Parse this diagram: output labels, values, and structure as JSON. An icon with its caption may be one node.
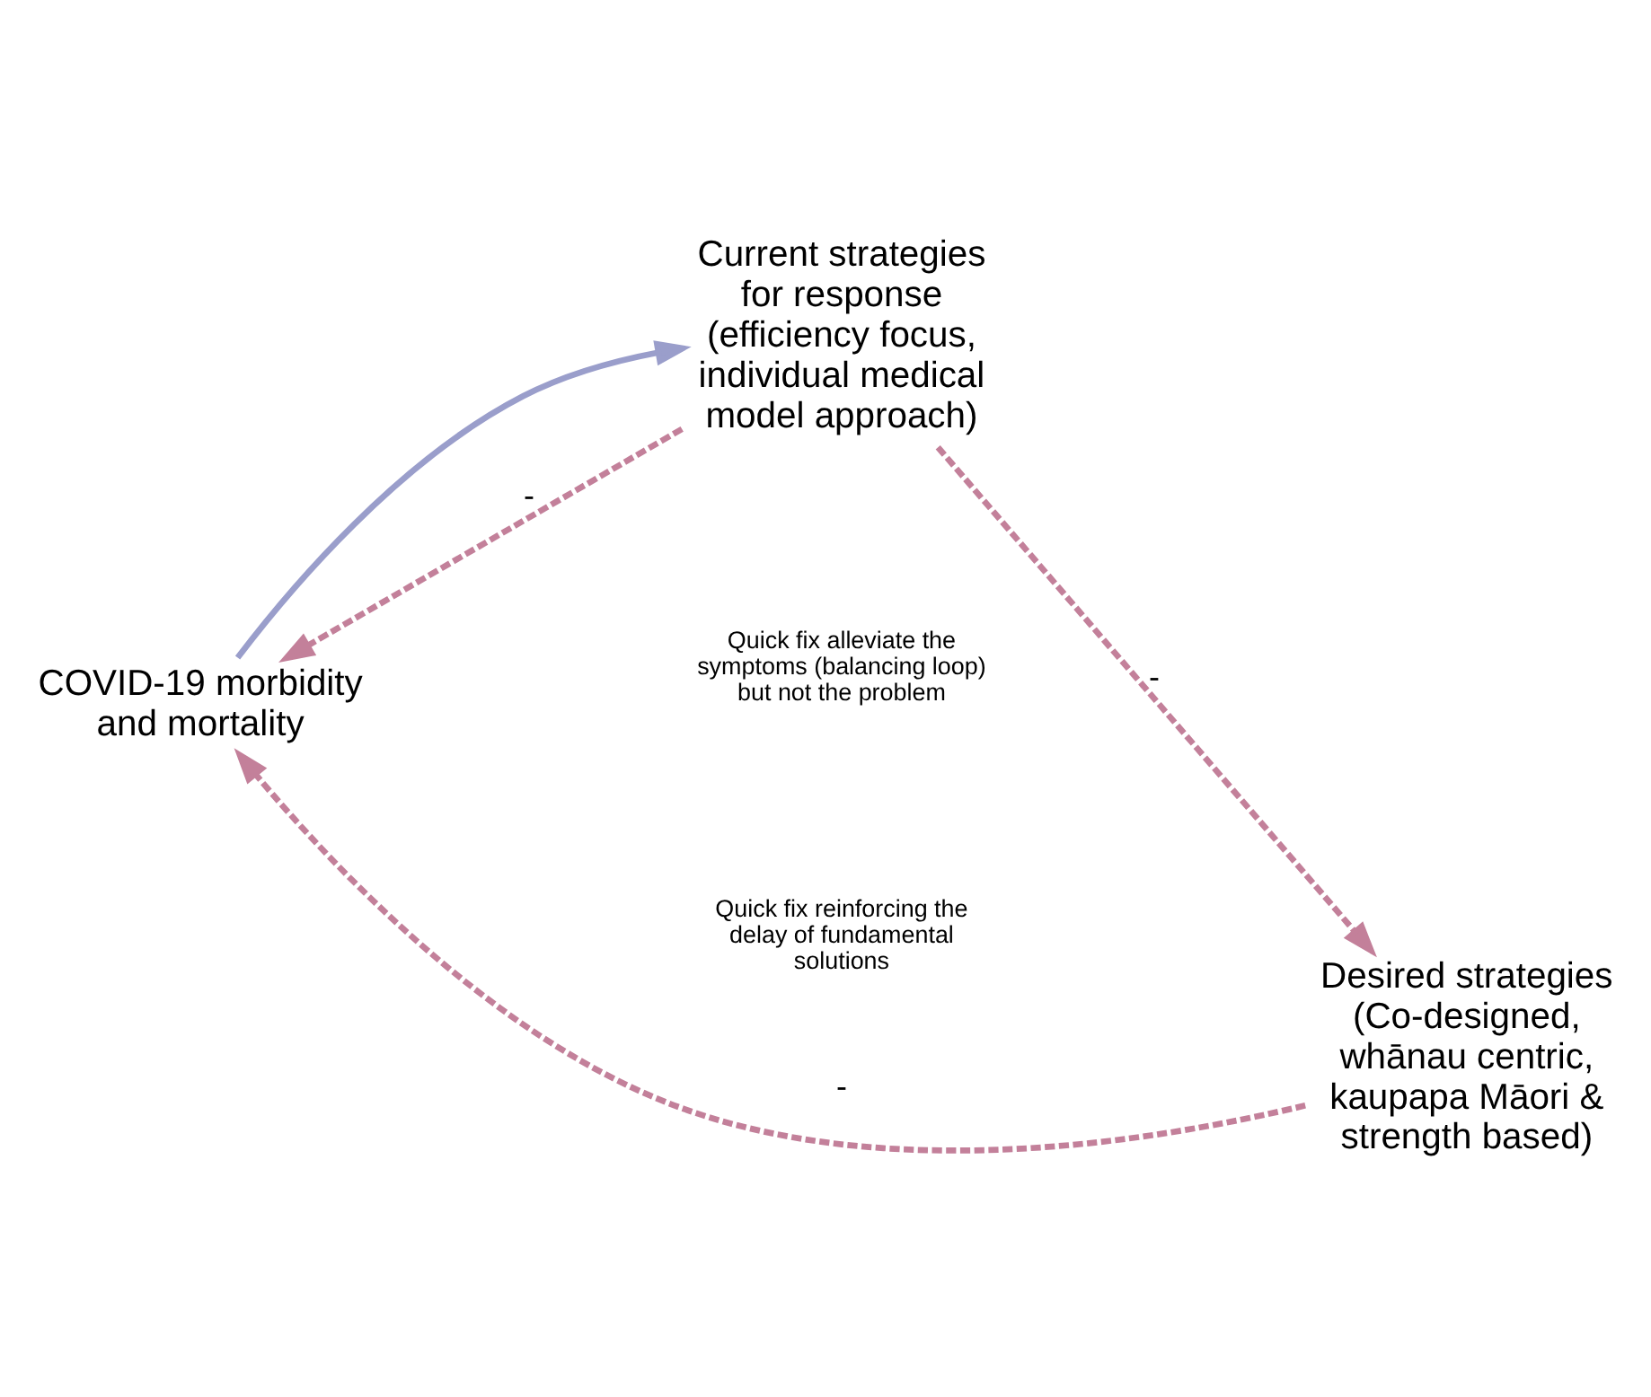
{
  "diagram": {
    "nodes": [
      {
        "text": [
          "COVID-19 morbidity and mortality"
        ]
      },
      {
        "text": [
          "Current strategies for response (efficiency focus, individual medical model approach)"
        ]
      },
      {
        "text": [
          "Desired strategies (Co-designed, whānau centric, kaupapa Māori & strength based)"
        ]
      }
    ],
    "edges": [
      {
        "from": 0,
        "to": 1,
        "arrow": "to",
        "color": "#9a9ecb"
      },
      {
        "from": 1,
        "to": 0,
        "arrow": "to",
        "style": "dashed",
        "label": "-"
      },
      {
        "from": 1,
        "to": 2,
        "arrow": "to",
        "style": "dashed",
        "label": "-"
      },
      {
        "from": 2,
        "to": 0,
        "arrow": "to",
        "style": "dashed",
        "label": "-"
      }
    ],
    "labels": [
      "Quick fix alleviate the symptoms (balancing loop) but not the problem",
      "Quick fix reinforcing the delay of fundamental solutions"
    ]
  }
}
